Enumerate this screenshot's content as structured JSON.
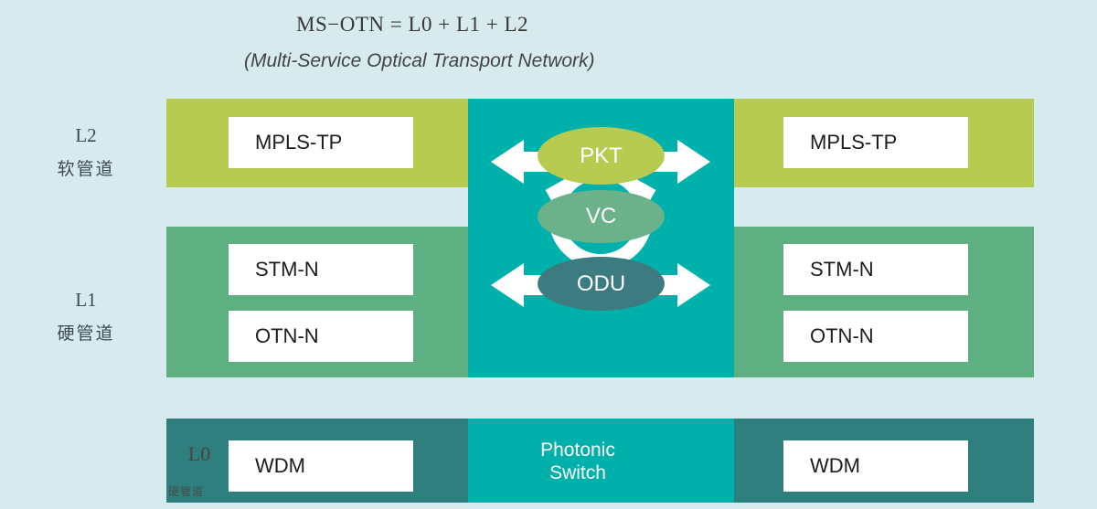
{
  "title": "MS−OTN = L0 + L1 + L2",
  "subtitle": "(Multi-Service Optical Transport Network)",
  "side_labels": {
    "l2": {
      "code": "L2",
      "pipe": "软管道"
    },
    "l1": {
      "code": "L1",
      "pipe": "硬管道"
    }
  },
  "bands": {
    "l2": {
      "color": "#b7cb51",
      "left_box": "MPLS-TP",
      "right_box": "MPLS-TP"
    },
    "l1": {
      "color": "#5eb083",
      "left_boxes": [
        "STM-N",
        "OTN-N"
      ],
      "right_boxes": [
        "STM-N",
        "OTN-N"
      ]
    },
    "l0": {
      "color": "#2e7f7d",
      "code": "L0",
      "pipe": "硬管道",
      "left_box": "WDM",
      "right_box": "WDM"
    }
  },
  "center": {
    "color": "#00b1ab",
    "ovals": [
      {
        "label": "PKT",
        "color": "#b7cb51"
      },
      {
        "label": "VC",
        "color": "#6bb28b"
      },
      {
        "label": "ODU",
        "color": "#3c7b80"
      }
    ],
    "photonic_switch": {
      "line1": "Photonic",
      "line2": "Switch"
    }
  },
  "colors": {
    "background": "#d7ebef",
    "arrow": "#ffffff",
    "box_text": "#1c1c1c"
  }
}
